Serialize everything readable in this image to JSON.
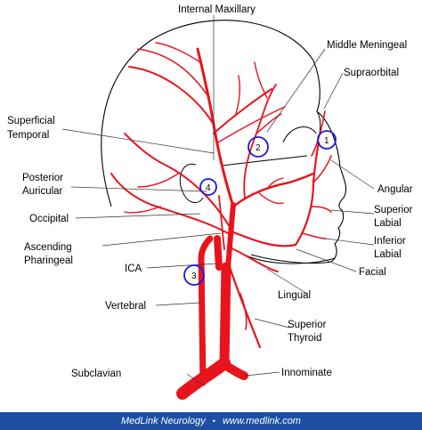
{
  "labels": {
    "internal_maxillary": "Internal Maxillary",
    "middle_meningeal": "Middle Meningeal",
    "supraorbital": "Supraorbital",
    "superficial_temporal_1": "Superficial",
    "superficial_temporal_2": "Temporal",
    "posterior_auricular_1": "Posterior",
    "posterior_auricular_2": "Auricular",
    "occipital": "Occipital",
    "ascending_pharingeal_1": "Ascending",
    "ascending_pharingeal_2": "Pharingeal",
    "ica": "ICA",
    "vertebral": "Vertebral",
    "subclavian": "Subclavian",
    "angular": "Angular",
    "superior_labial_1": "Superior",
    "superior_labial_2": "Labial",
    "inferior_labial_1": "Inferior",
    "inferior_labial_2": "Labial",
    "facial": "Facial",
    "lingual": "Lingual",
    "superior_thyroid_1": "Superior",
    "superior_thyroid_2": "Thyroid",
    "innominate": "Innominate"
  },
  "markers": [
    "1",
    "2",
    "3",
    "4"
  ],
  "footer": {
    "left": "MedLink Neurology",
    "separator": "•",
    "right": "www.medlink.com"
  },
  "colors": {
    "artery": "#e8141c",
    "marker": "#1a1ae0",
    "footer": "#1d4ea3"
  }
}
